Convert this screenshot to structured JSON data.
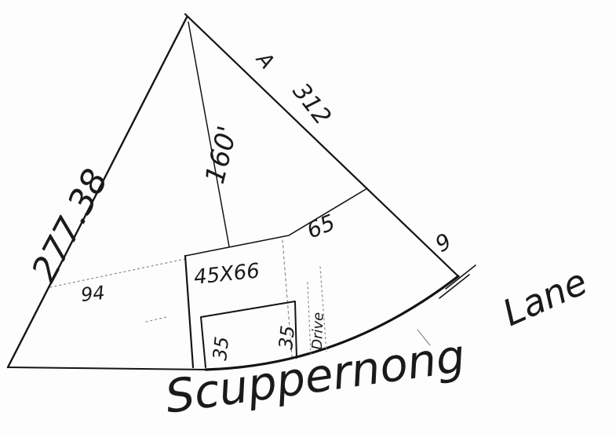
{
  "labels": {
    "left_boundary": "277.38",
    "right_boundary_top": "A",
    "right_boundary": "312",
    "center_line": "160'",
    "upper_right_line": "65",
    "left_dotted_line": "94",
    "right_corner": "9",
    "house": "45X66",
    "garage_left": "35",
    "garage_right": "35",
    "drive": "Drive",
    "street_part1": "Scuppernong",
    "street_part2": "Lane"
  }
}
